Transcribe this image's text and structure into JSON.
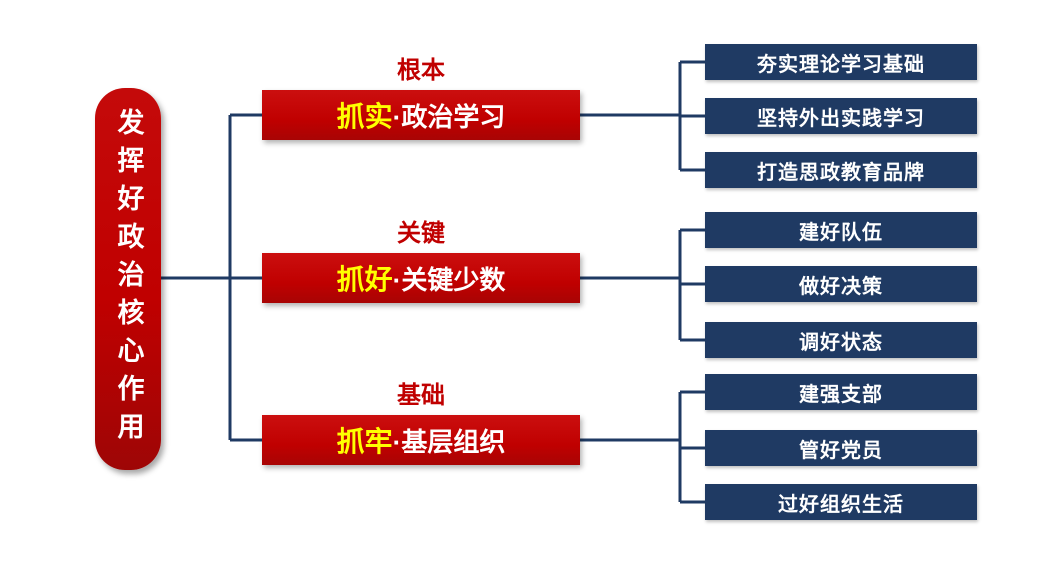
{
  "root": {
    "label": "发挥好政治核心作用"
  },
  "branches": [
    {
      "tag": "根本",
      "highlight": "抓实",
      "rest": "·政治学习",
      "items": [
        "夯实理论学习基础",
        "坚持外出实践学习",
        "打造思政教育品牌"
      ]
    },
    {
      "tag": "关键",
      "highlight": "抓好",
      "rest": "·关键少数",
      "items": [
        "建好队伍",
        "做好决策",
        "调好状态"
      ]
    },
    {
      "tag": "基础",
      "highlight": "抓牢",
      "rest": "·基层组织",
      "items": [
        "建强支部",
        "管好党员",
        "过好组织生活"
      ]
    }
  ],
  "colors": {
    "red": "#c00000",
    "yellow": "#ffff00",
    "navy": "#1f3a63"
  }
}
